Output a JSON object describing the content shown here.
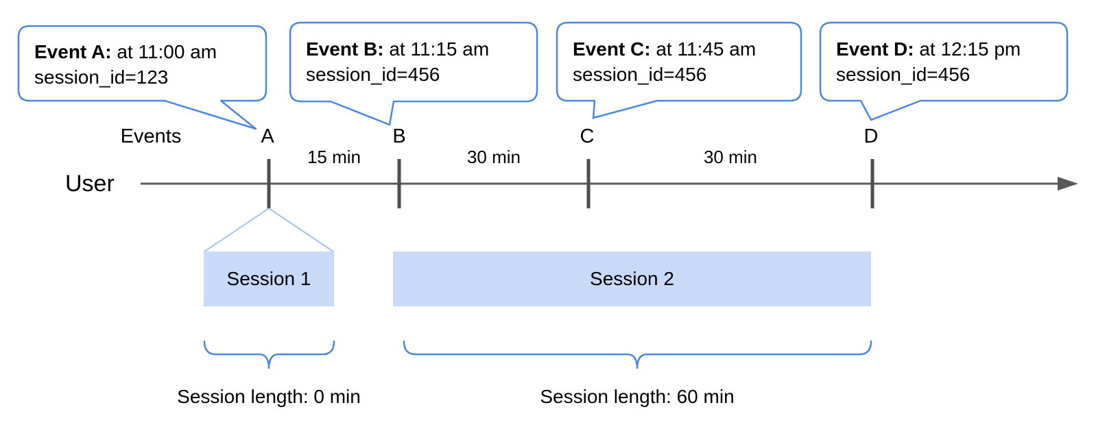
{
  "title": "Session length timeline diagram",
  "colors": {
    "accent_blue": "#4a86e8",
    "fan_blue": "#a4c2f4",
    "session_fill": "#c9daf8",
    "axis_gray": "#595959",
    "tick_gray": "#4d4d4d",
    "text_black": "#000000"
  },
  "events": [
    {
      "letter": "A",
      "name": "Event A:",
      "time": " at 11:00 am",
      "session_id": "session_id=123"
    },
    {
      "letter": "B",
      "name": "Event B:",
      "time": " at 11:15 am",
      "session_id": "session_id=456"
    },
    {
      "letter": "C",
      "name": "Event C:",
      "time": " at 11:45 am",
      "session_id": "session_id=456"
    },
    {
      "letter": "D",
      "name": "Event D:",
      "time": " at 12:15 pm",
      "session_id": "session_id=456"
    }
  ],
  "timeline": {
    "events_row_label": "Events",
    "user_row_label": "User",
    "intervals": [
      "15 min",
      "30 min",
      "30 min"
    ]
  },
  "sessions": [
    {
      "label": "Session 1",
      "length_label": "Session length: 0 min"
    },
    {
      "label": "Session 2",
      "length_label": "Session length: 60 min"
    }
  ]
}
